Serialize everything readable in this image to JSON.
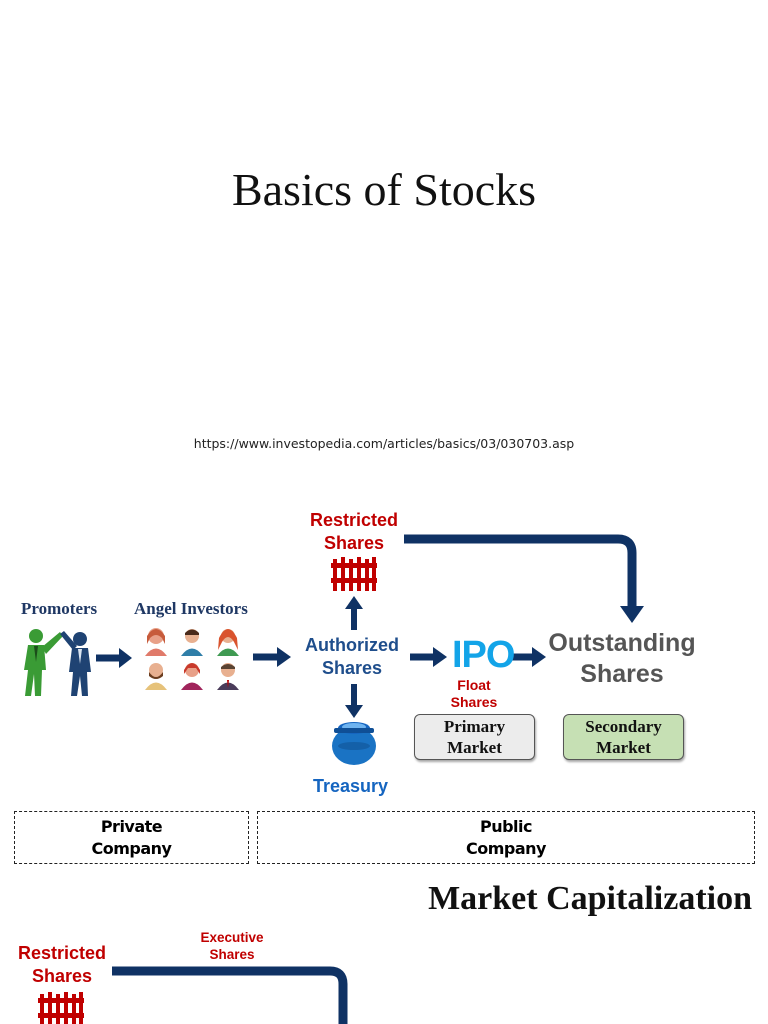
{
  "slide1": {
    "title": "Basics of Stocks"
  },
  "source_url": "https://www.investopedia.com/articles/basics/03/030703.asp",
  "diagram": {
    "restricted": {
      "line1": "Restricted",
      "line2": "Shares"
    },
    "promoters": "Promoters",
    "angel_investors": "Angel Investors",
    "authorized": {
      "line1": "Authorized",
      "line2": "Shares"
    },
    "ipo": "IPO",
    "float": {
      "line1": "Float",
      "line2": "Shares"
    },
    "outstanding": {
      "line1": "Outstanding",
      "line2": "Shares"
    },
    "treasury": "Treasury",
    "primary_market": {
      "line1": "Primary",
      "line2": "Market"
    },
    "secondary_market": {
      "line1": "Secondary",
      "line2": "Market"
    },
    "private_company": {
      "line1": "Private",
      "line2": "Company"
    },
    "public_company": {
      "line1": "Public",
      "line2": "Company"
    }
  },
  "slide3": {
    "title": "Market Capitalization",
    "restricted": {
      "line1": "Restricted",
      "line2": "Shares"
    },
    "executive": {
      "line1": "Executive",
      "line2": "Shares"
    }
  },
  "colors": {
    "navy_arrow": "#0f3264",
    "restricted_red": "#c00000",
    "primary_box": "#ececec",
    "secondary_box": "#c6e0b4",
    "ipo_blue": "#13a4e8",
    "treasury_blue": "#1565c0"
  },
  "icons": [
    "gate-icon",
    "handshake-people-icon",
    "investor-avatars-icon",
    "money-pot-icon"
  ]
}
